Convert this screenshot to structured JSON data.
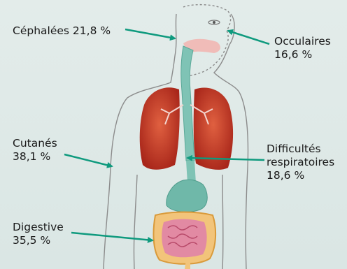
{
  "diagram": {
    "labels": {
      "cephalees": {
        "name": "Céphalées",
        "value": "21,8 %"
      },
      "occulaires": {
        "name": "Occulaires",
        "value": "16,6 %"
      },
      "cutanes": {
        "name": "Cutanés",
        "value": "38,1 %"
      },
      "respiratoires": {
        "line1": "Difficultés",
        "line2": "respiratoires",
        "value": "18,6 %"
      },
      "digestive": {
        "name": "Digestive",
        "value": "35,5 %"
      }
    },
    "colors": {
      "arrow": "#0f9a7e",
      "lungs": "#b8321e",
      "trachea": "#7fc3b5",
      "stomach": "#6fb8a9",
      "intestine": "#e28aa3",
      "outline": "#8c8c8c"
    }
  }
}
